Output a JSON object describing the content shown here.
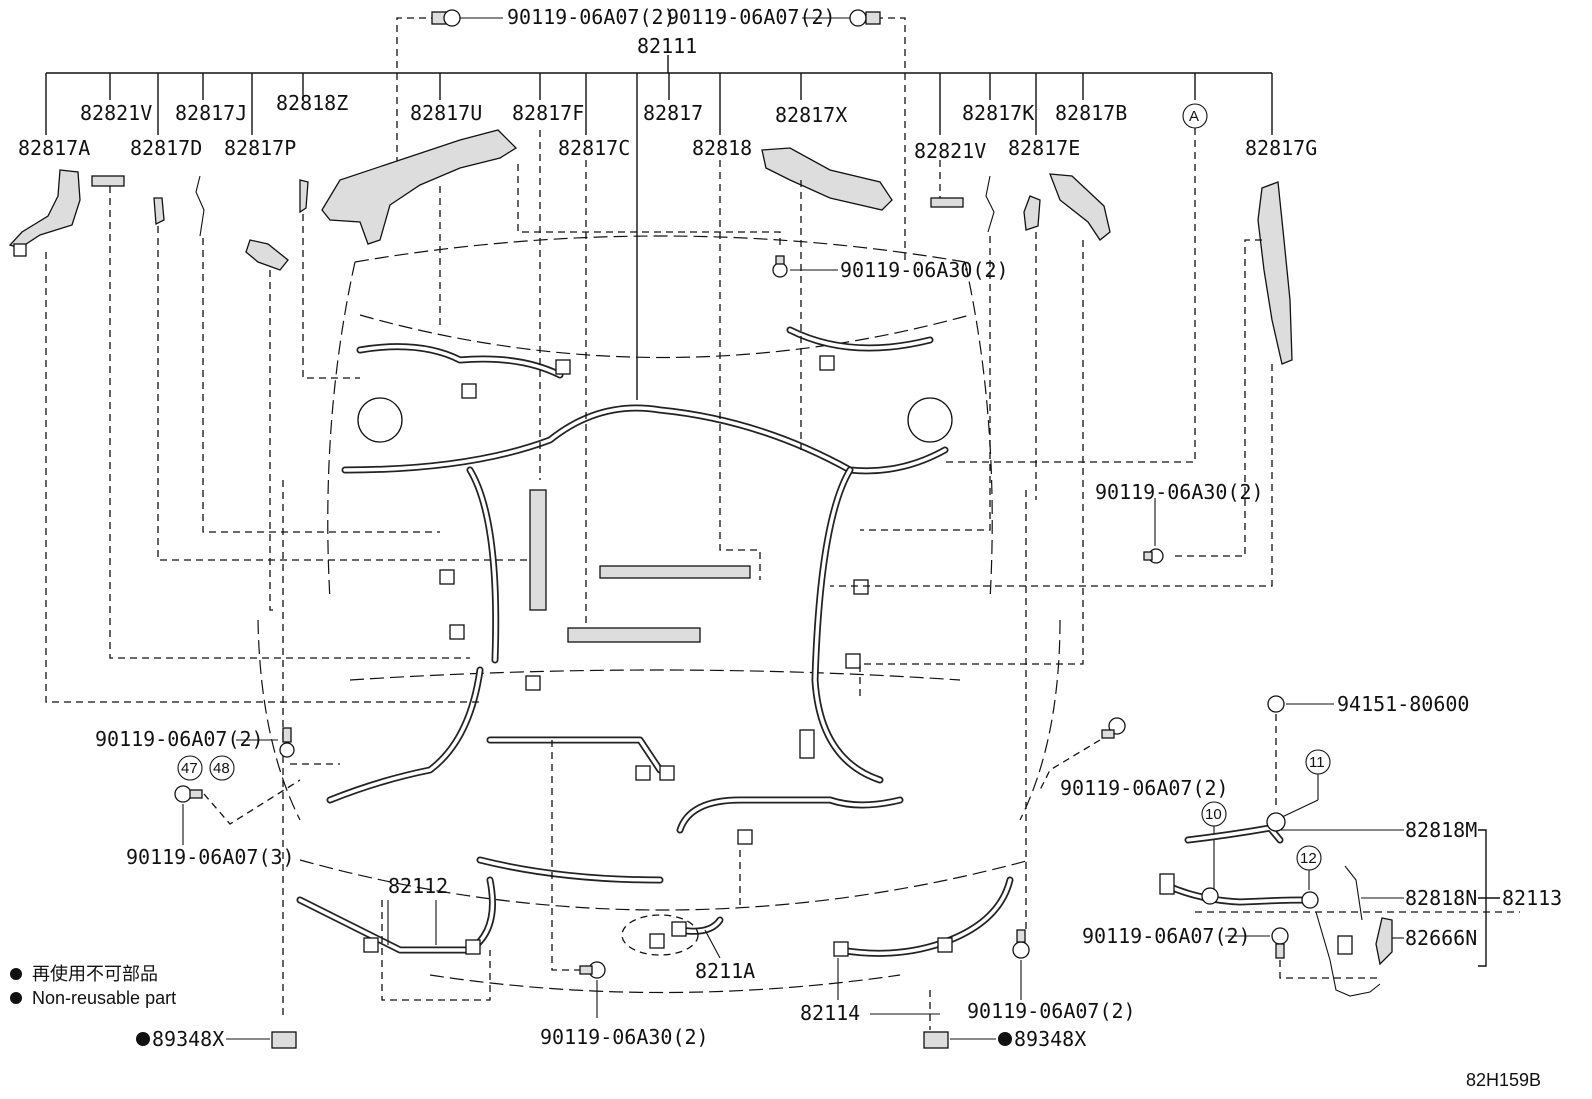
{
  "labels": {
    "top_left_bolt": "90119-06A07(2)",
    "top_right_bolt": "90119-06A07(2)",
    "main_harness": "82111",
    "p82821V_left": "82821V",
    "p82817J": "82817J",
    "p82818Z": "82818Z",
    "p82817U": "82817U",
    "p82817F": "82817F",
    "p82817": "82817",
    "p82817X": "82817X",
    "p82817K": "82817K",
    "p82817B": "82817B",
    "ref_A": "A",
    "p82817A": "82817A",
    "p82817D": "82817D",
    "p82817P": "82817P",
    "p82817C": "82817C",
    "p82818": "82818",
    "p82821V_right": "82821V",
    "p82817E": "82817E",
    "p82817G": "82817G",
    "bolt_center_top": "90119-06A30(2)",
    "bolt_right_mid": "90119-06A30(2)",
    "nut_94151": "94151-80600",
    "bolt_left_mid": "90119-06A07(2)",
    "ref_47": "47",
    "ref_48": "48",
    "bolt_right_lower": "90119-06A07(2)",
    "ref_11": "11",
    "ref_10": "10",
    "ref_12": "12",
    "p82818M": "82818M",
    "p82818N": "82818N",
    "p82113": "82113",
    "bolt_left_lower": "90119-06A07(3)",
    "p82112": "82112",
    "bolt_sub_right": "90119-06A07(2)",
    "p82666N": "82666N",
    "p8211A": "8211A",
    "p82114": "82114",
    "bolt_bottom_center": "90119-06A30(2)",
    "bolt_bottom_right": "90119-06A07(2)",
    "clip_left": "89348X",
    "clip_right": "89348X",
    "diagram_code": "82H159B"
  },
  "legend": {
    "japanese": "再使用不可部品",
    "english": "Non-reusable part"
  }
}
